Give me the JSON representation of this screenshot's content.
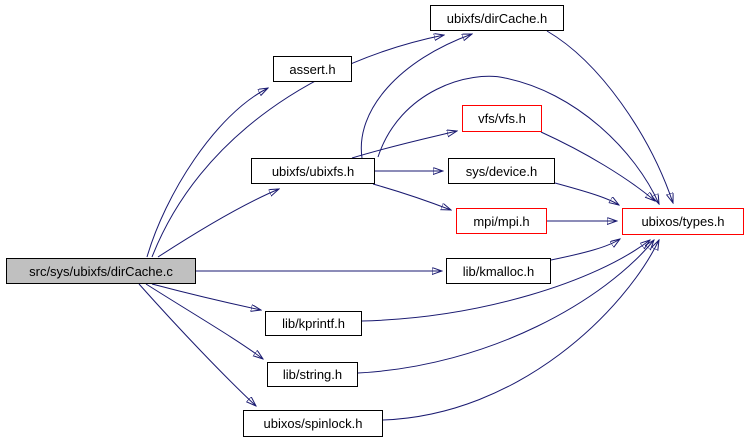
{
  "graph": {
    "type": "include-dependency-graph",
    "colors": {
      "edge": "#191970",
      "main_node_fill": "#c0c0c0",
      "node_border": "#000000",
      "highlight_border": "#ff0000",
      "background": "#ffffff"
    },
    "nodes": [
      {
        "id": "dircache_c",
        "label": "src/sys/ubixfs/dirCache.c",
        "style": "main"
      },
      {
        "id": "assert_h",
        "label": "assert.h",
        "style": "normal"
      },
      {
        "id": "dircache_h",
        "label": "ubixfs/dirCache.h",
        "style": "normal"
      },
      {
        "id": "ubixfs_h",
        "label": "ubixfs/ubixfs.h",
        "style": "normal"
      },
      {
        "id": "vfs_h",
        "label": "vfs/vfs.h",
        "style": "red"
      },
      {
        "id": "device_h",
        "label": "sys/device.h",
        "style": "normal"
      },
      {
        "id": "mpi_h",
        "label": "mpi/mpi.h",
        "style": "red"
      },
      {
        "id": "types_h",
        "label": "ubixos/types.h",
        "style": "red"
      },
      {
        "id": "kmalloc_h",
        "label": "lib/kmalloc.h",
        "style": "normal"
      },
      {
        "id": "kprintf_h",
        "label": "lib/kprintf.h",
        "style": "normal"
      },
      {
        "id": "string_h",
        "label": "lib/string.h",
        "style": "normal"
      },
      {
        "id": "spinlock_h",
        "label": "ubixos/spinlock.h",
        "style": "normal"
      }
    ],
    "edges": [
      {
        "from": "dircache_c",
        "to": "assert_h"
      },
      {
        "from": "dircache_c",
        "to": "dircache_h"
      },
      {
        "from": "dircache_c",
        "to": "ubixfs_h"
      },
      {
        "from": "dircache_c",
        "to": "kmalloc_h"
      },
      {
        "from": "dircache_c",
        "to": "kprintf_h"
      },
      {
        "from": "dircache_c",
        "to": "string_h"
      },
      {
        "from": "dircache_c",
        "to": "spinlock_h"
      },
      {
        "from": "ubixfs_h",
        "to": "dircache_h"
      },
      {
        "from": "ubixfs_h",
        "to": "vfs_h"
      },
      {
        "from": "ubixfs_h",
        "to": "device_h"
      },
      {
        "from": "ubixfs_h",
        "to": "mpi_h"
      },
      {
        "from": "ubixfs_h",
        "to": "types_h"
      },
      {
        "from": "dircache_h",
        "to": "types_h"
      },
      {
        "from": "vfs_h",
        "to": "types_h"
      },
      {
        "from": "device_h",
        "to": "types_h"
      },
      {
        "from": "mpi_h",
        "to": "types_h"
      },
      {
        "from": "kmalloc_h",
        "to": "types_h"
      },
      {
        "from": "kprintf_h",
        "to": "types_h"
      },
      {
        "from": "string_h",
        "to": "types_h"
      },
      {
        "from": "spinlock_h",
        "to": "types_h"
      }
    ]
  }
}
